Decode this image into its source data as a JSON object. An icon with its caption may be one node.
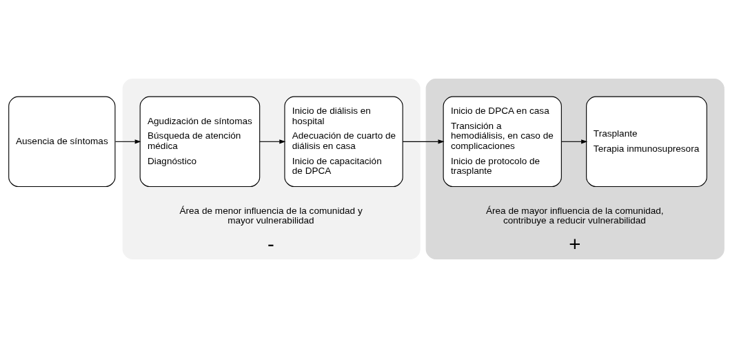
{
  "diagram": {
    "nodes": [
      {
        "text": [
          "Ausencia de síntomas"
        ]
      },
      {
        "text": [
          "Área de menor influencia de la comunidad y mayor vulnerabilidad",
          "-"
        ]
      },
      {
        "text": [
          "Agudización de síntomas",
          "Búsqueda de atención médica",
          "Diagnóstico"
        ],
        "in": 1
      },
      {
        "text": [
          "Inicio de diálisis en hospital",
          "Adecuación de cuarto de diálisis en casa",
          "Inicio de capacitación de DPCA"
        ],
        "in": 1
      },
      {
        "text": [
          "Área de mayor influencia de la comunidad, contribuye a reducir vulnerabilidad",
          "+"
        ]
      },
      {
        "text": [
          "Inicio de DPCA en casa",
          "Transición a hemodiálisis, en caso de complicaciones",
          "Inicio de protocolo de trasplante"
        ],
        "in": 4
      },
      {
        "text": [
          "Trasplante",
          "Terapia inmunosupresora"
        ],
        "in": 4
      }
    ],
    "edges": [
      {
        "from": 0,
        "to": 2,
        "arrow": "to"
      },
      {
        "from": 2,
        "to": 3,
        "arrow": "to"
      },
      {
        "from": 3,
        "to": 5,
        "arrow": "to"
      },
      {
        "from": 5,
        "to": 6,
        "arrow": "to"
      }
    ]
  }
}
